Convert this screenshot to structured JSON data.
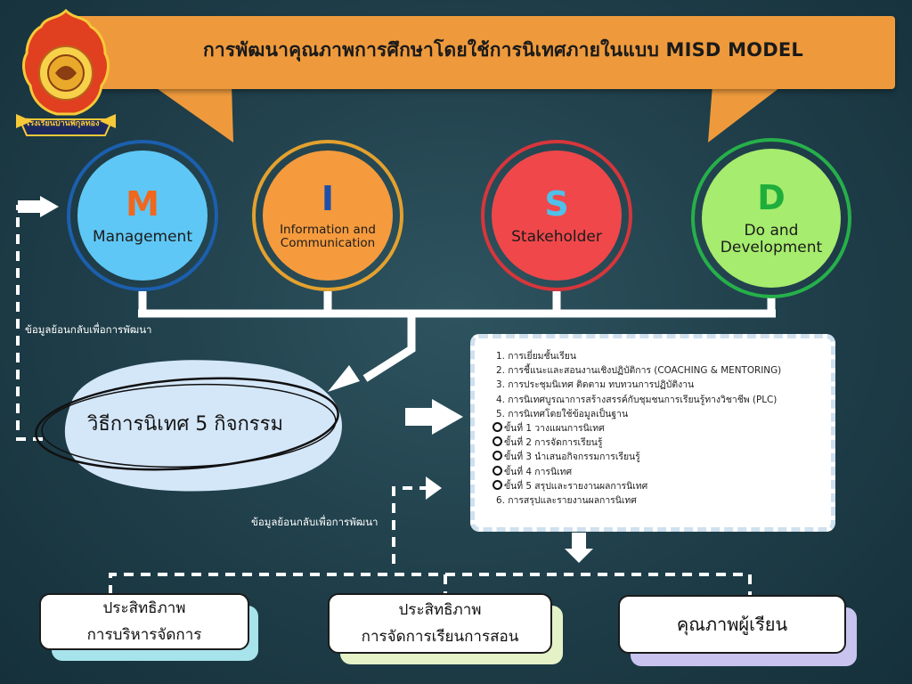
{
  "header": {
    "title": "การพัฒนาคุณภาพการศึกษาโดยใช้การนิเทศภายในแบบ MISD MODEL",
    "logo_caption": "โรงเรียนบ้านพิกุลทอง"
  },
  "model": [
    {
      "letter": "M",
      "label_lines": [
        "Management"
      ],
      "letter_color": "#f0671e",
      "inner_color": "#5fc7f5",
      "ring_color": "#1c5fae"
    },
    {
      "letter": "I",
      "label_lines": [
        "Information and",
        "Communication"
      ],
      "letter_color": "#1f4fa8",
      "inner_color": "#f59b3d",
      "ring_color": "#e4a12e"
    },
    {
      "letter": "S",
      "label_lines": [
        "Stakeholder"
      ],
      "letter_color": "#4fc0e8",
      "inner_color": "#f0474a",
      "ring_color": "#d7363b"
    },
    {
      "letter": "D",
      "label_lines": [
        "Do and",
        "Development"
      ],
      "letter_color": "#1fae3c",
      "inner_color": "#a6ec6e",
      "ring_color": "#26b04a"
    }
  ],
  "method": {
    "label": "วิธีการนิเทศ 5 กิจกรรม"
  },
  "feedback": {
    "top": "ข้อมูลย้อนกลับเพื่อการพัฒนา",
    "bottom": "ข้อมูลย้อนกลับเพื่อการพัฒนา"
  },
  "activities": {
    "items": [
      "1. การเยี่ยมชั้นเรียน",
      "2. การชี้แนะและสอนงานเชิงปฏิบัติการ (COACHING & MENTORING)",
      "3. การประชุมนิเทศ ติดตาม ทบทวนการปฏิบัติงาน",
      "4. การนิเทศบูรณาการสร้างสรรค์กับชุมชนการเรียนรู้ทางวิชาชีพ (PLC)",
      "5. การนิเทศโดยใช้ข้อมูลเป็นฐาน"
    ],
    "steps": [
      "ขั้นที่ 1 วางแผนการนิเทศ",
      "ขั้นที่ 2 การจัดการเรียนรู้",
      "ขั้นที่ 3 นำเสนอกิจกรรมการเรียนรู้",
      "ขั้นที่ 4 การนิเทศ",
      "ขั้นที่ 5 สรุปและรายงานผลการนิเทศ"
    ],
    "last": "6.  การสรุปและรายงานผลการนิเทศ"
  },
  "outcomes": [
    {
      "lines": [
        "ประสิทธิภาพ",
        "การบริหารจัดการ"
      ],
      "back_color": "#a7e3ea"
    },
    {
      "lines": [
        "ประสิทธิภาพ",
        "การจัดการเรียนการสอน"
      ],
      "back_color": "#e5f1c7"
    },
    {
      "lines": [
        "คุณภาพผู้เรียน"
      ],
      "back_color": "#c9c4ef"
    }
  ]
}
